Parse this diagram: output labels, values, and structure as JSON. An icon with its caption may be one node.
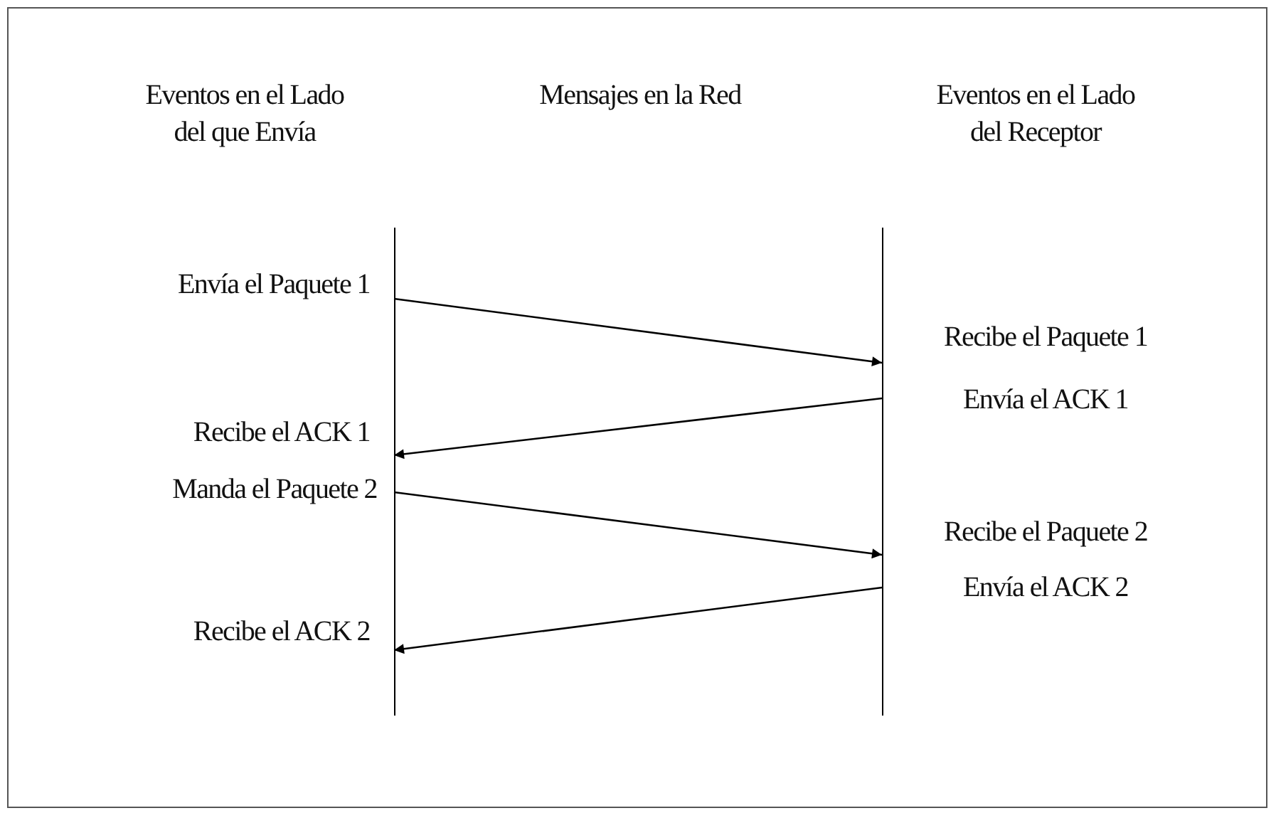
{
  "diagram": {
    "nodes": [
      {
        "text": [],
        "shape": "bar"
      },
      {
        "text": [],
        "shape": "bar"
      }
    ],
    "edges": [
      {
        "from": 0,
        "to": 1,
        "arrow": "to"
      },
      {
        "from": 1,
        "to": 0,
        "arrow": "to"
      },
      {
        "from": 0,
        "to": 1,
        "arrow": "to"
      },
      {
        "from": 1,
        "to": 0,
        "arrow": "to"
      }
    ],
    "labels": [
      "Eventos en el Lado del que Envía",
      "Mensajes en la Red",
      "Eventos en el Lado del Receptor",
      "Envía el Paquete 1",
      "Recibe el Paquete 1",
      "Envía el ACK 1",
      "Recibe el ACK 1",
      "Manda el Paquete 2",
      "Recibe el Paquete 2",
      "Envía el ACK 2",
      "Recibe el ACK 2"
    ]
  }
}
